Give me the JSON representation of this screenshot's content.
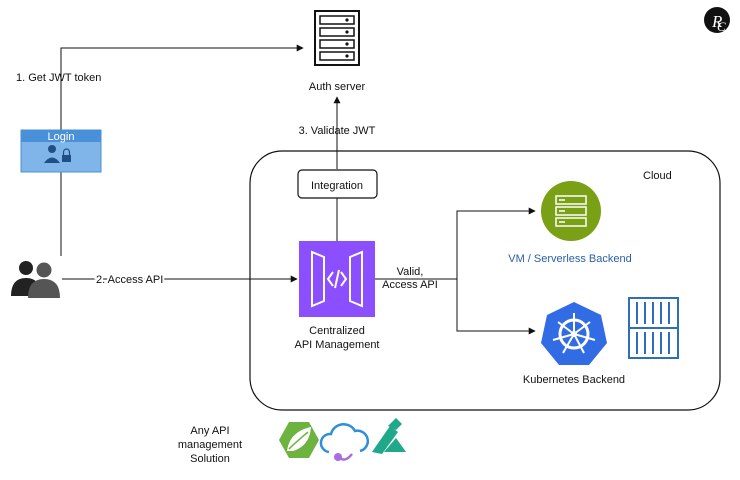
{
  "labels": {
    "step1": "1. Get JWT token",
    "auth_server": "Auth server",
    "login": "Login",
    "step3": "3. Validate JWT",
    "cloud": "Cloud",
    "integration": "Integration",
    "step2": "2. Access API",
    "valid_line1": "Valid,",
    "valid_line2": "Access API",
    "vm_backend": "VM / Serverless Backend",
    "api_mgmt_line1": "Centralized",
    "api_mgmt_line2": "API Management",
    "k8s_backend": "Kubernetes Backend",
    "any_api_line1": "Any API",
    "any_api_line2": "management",
    "any_api_line3": "Solution"
  },
  "icons": {
    "logo": "rc-monogram-logo",
    "auth_server": "server-rack-icon",
    "login": "login-window-icon",
    "users": "users-icon",
    "api_gateway": "api-gateway-icon",
    "vm": "server-storage-icon",
    "kubernetes": "kubernetes-icon",
    "container": "container-registry-icon",
    "spring": "spring-leaf-icon",
    "azure_apim": "cloud-api-icon",
    "kong": "kong-icon"
  },
  "colors": {
    "line": "#111111",
    "login_header": "#4a90d9",
    "login_body": "#7fb5e8",
    "api_gateway": "#8c4fff",
    "vm_green": "#7aa116",
    "kubernetes_blue": "#326ce5",
    "container_blue": "#2f6fb8",
    "vm_text": "#2a5ea8"
  }
}
